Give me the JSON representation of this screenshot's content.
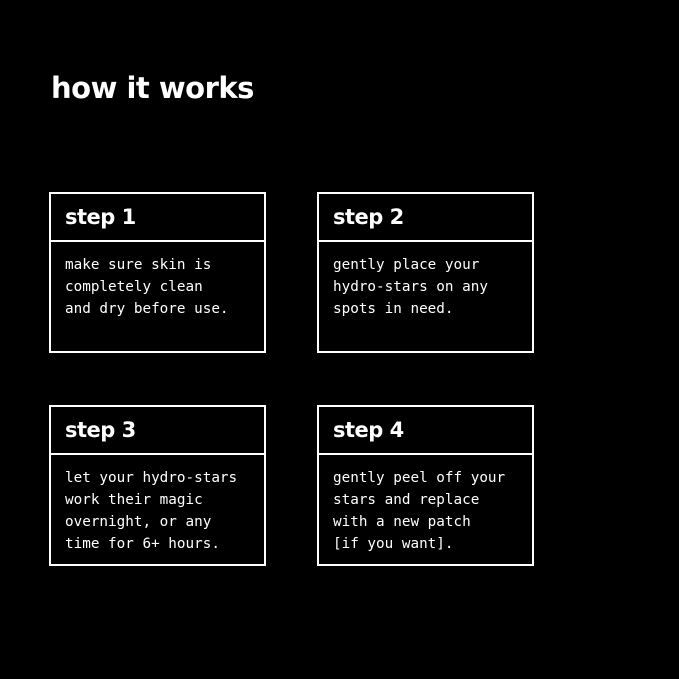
{
  "heading": "how it works",
  "steps": [
    {
      "title": "step 1",
      "body": "make sure skin is\ncompletely clean\nand dry before use."
    },
    {
      "title": "step 2",
      "body": "gently place your\nhydro-stars on any\nspots in need."
    },
    {
      "title": "step 3",
      "body": "let your hydro-stars\nwork their magic\novernight, or any\ntime for 6+ hours."
    },
    {
      "title": "step 4",
      "body": "gently peel off your\nstars and replace\nwith a new patch\n[if you want]."
    }
  ],
  "colors": {
    "background": "#000000",
    "foreground": "#ffffff"
  }
}
